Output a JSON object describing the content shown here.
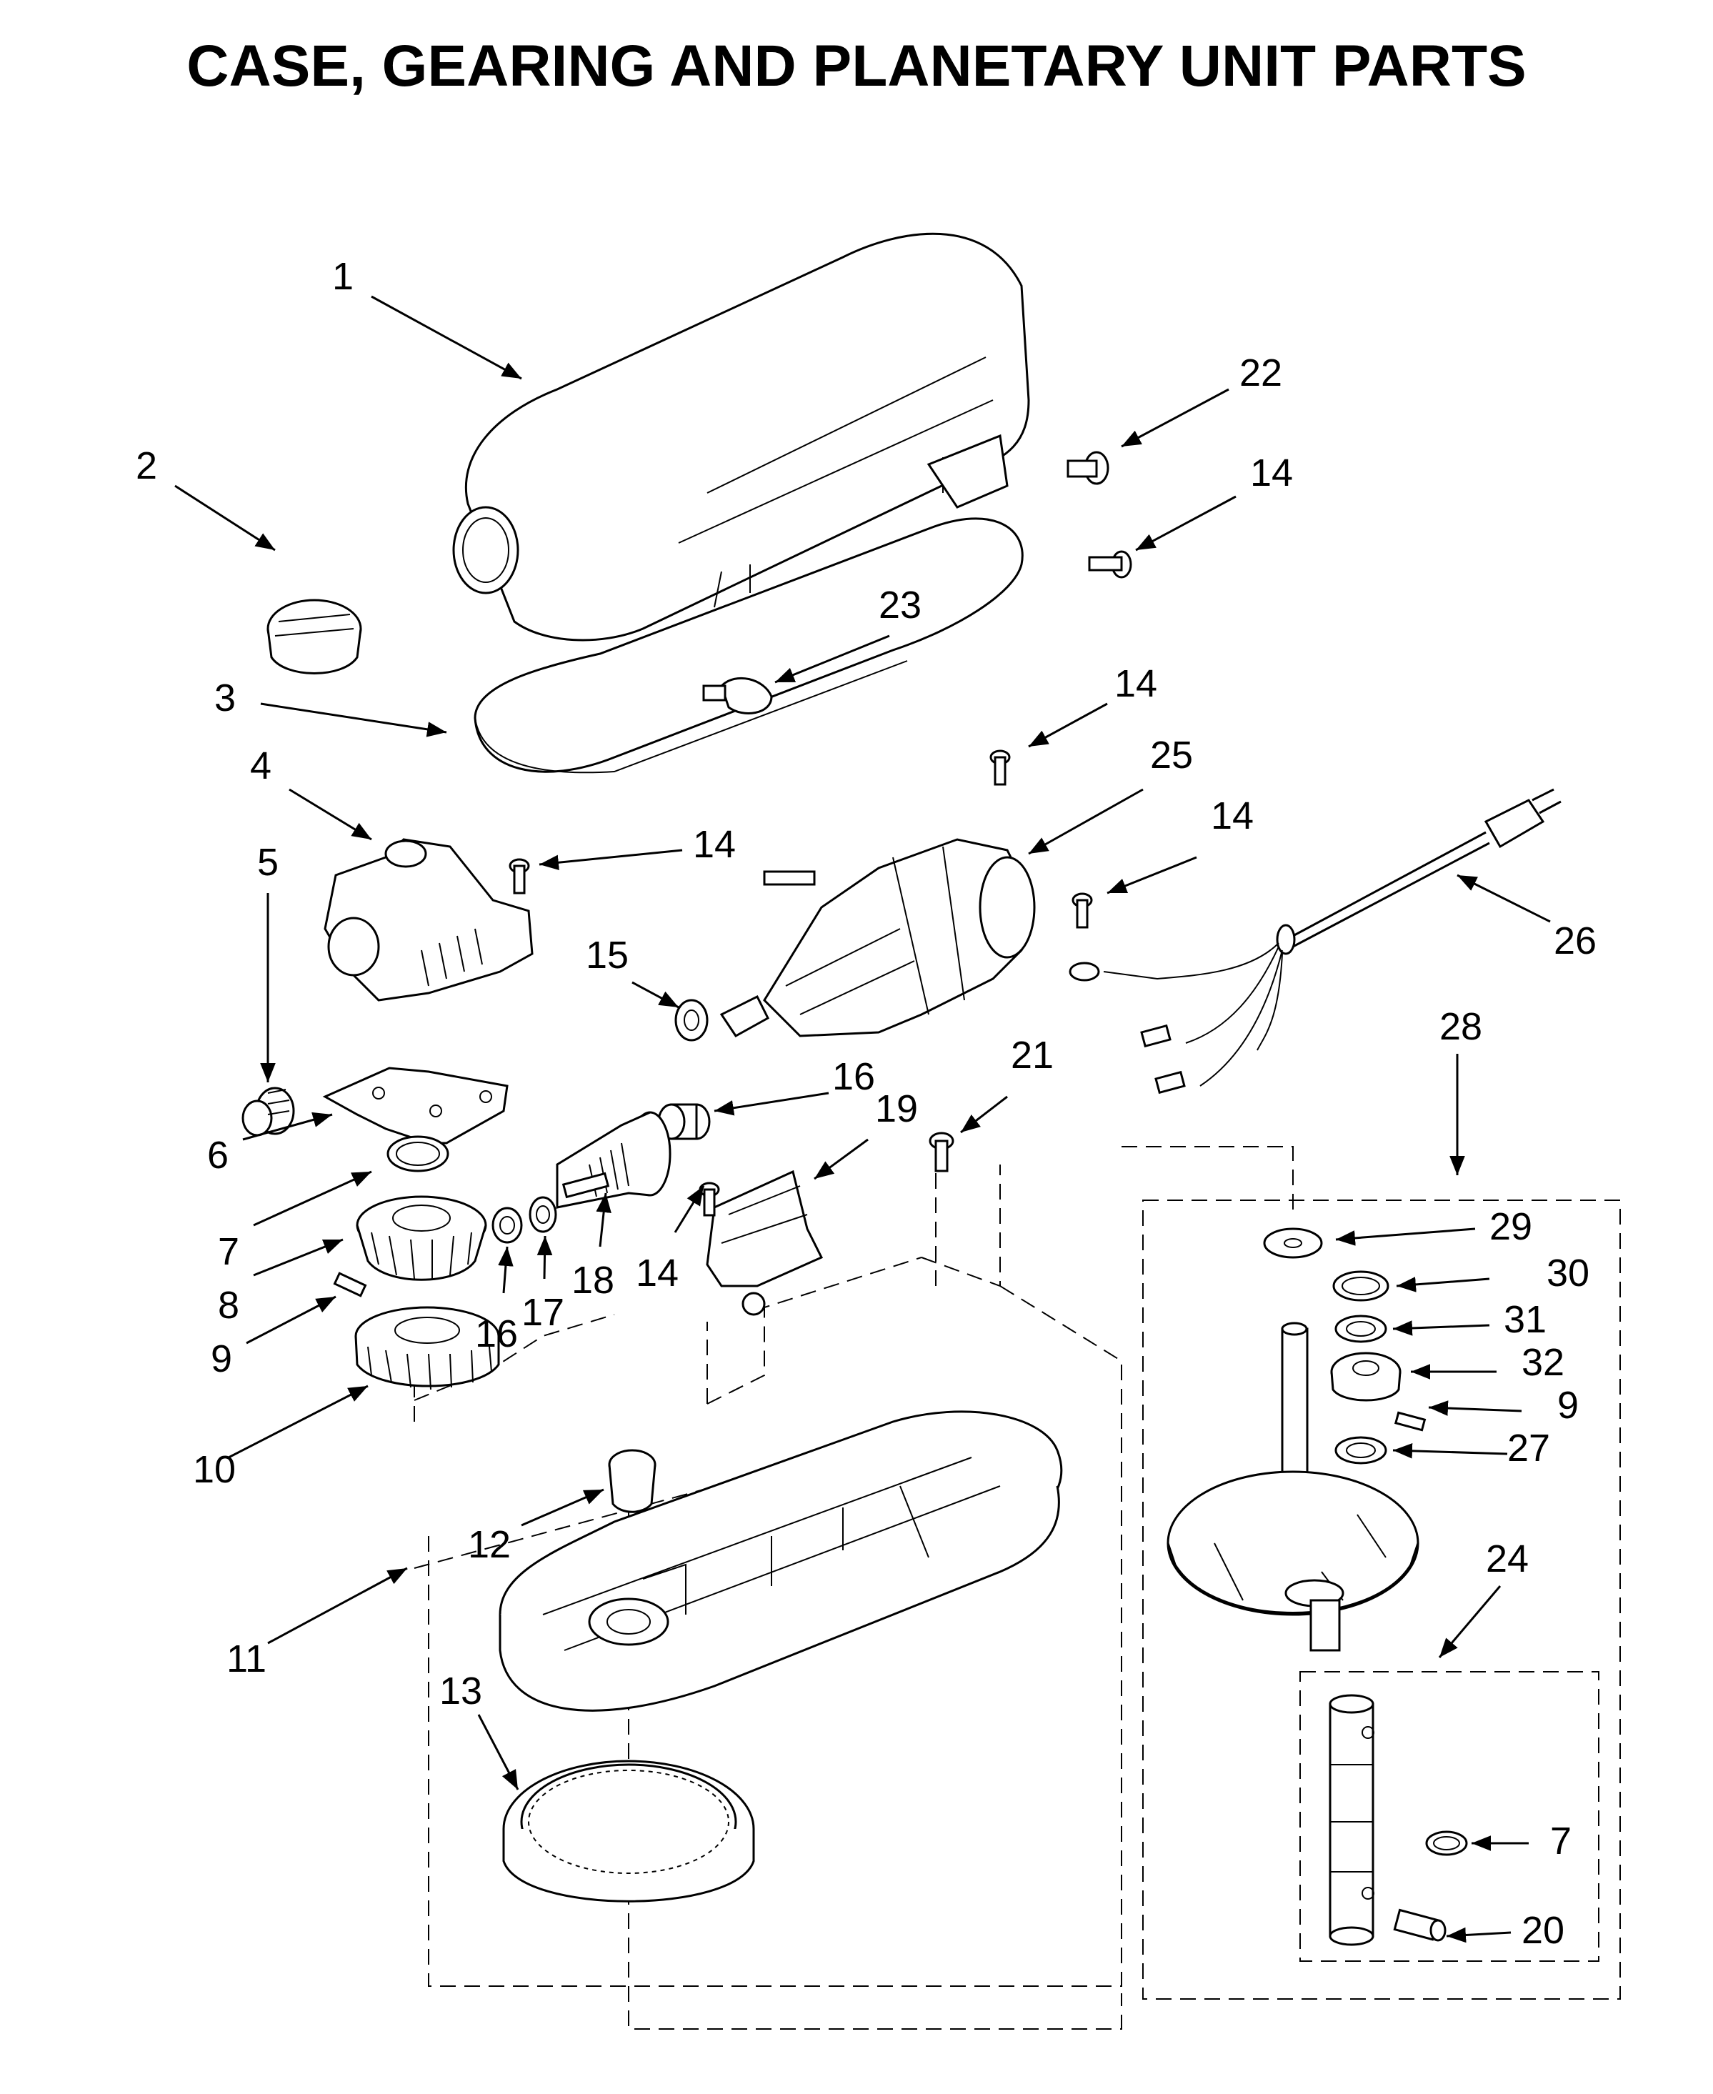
{
  "title": "CASE, GEARING AND PLANETARY UNIT PARTS",
  "callouts": [
    "1",
    "2",
    "22",
    "14",
    "23",
    "3",
    "14",
    "25",
    "4",
    "14",
    "14",
    "5",
    "15",
    "26",
    "28",
    "16",
    "21",
    "19",
    "6",
    "29",
    "30",
    "7",
    "31",
    "32",
    "8",
    "14",
    "18",
    "16",
    "17",
    "9",
    "9",
    "27",
    "10",
    "12",
    "11",
    "24",
    "13",
    "7",
    "20"
  ]
}
